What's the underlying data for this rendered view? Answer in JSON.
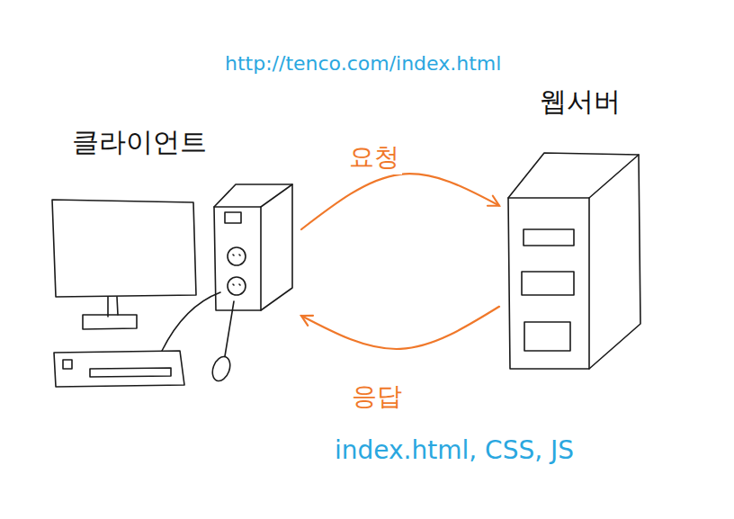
{
  "diagram": {
    "nodes": [
      {
        "text": [
          "클라이언트"
        ]
      },
      {
        "text": [
          "웹서버"
        ]
      }
    ],
    "edges": [
      {
        "from": 0,
        "to": 1,
        "label": "요청",
        "arrow": "to"
      },
      {
        "from": 1,
        "to": 0,
        "label": "응답",
        "arrow": "to"
      }
    ],
    "labels": [
      "http://tenco.com/index.html",
      "index.html, CSS, JS"
    ]
  }
}
